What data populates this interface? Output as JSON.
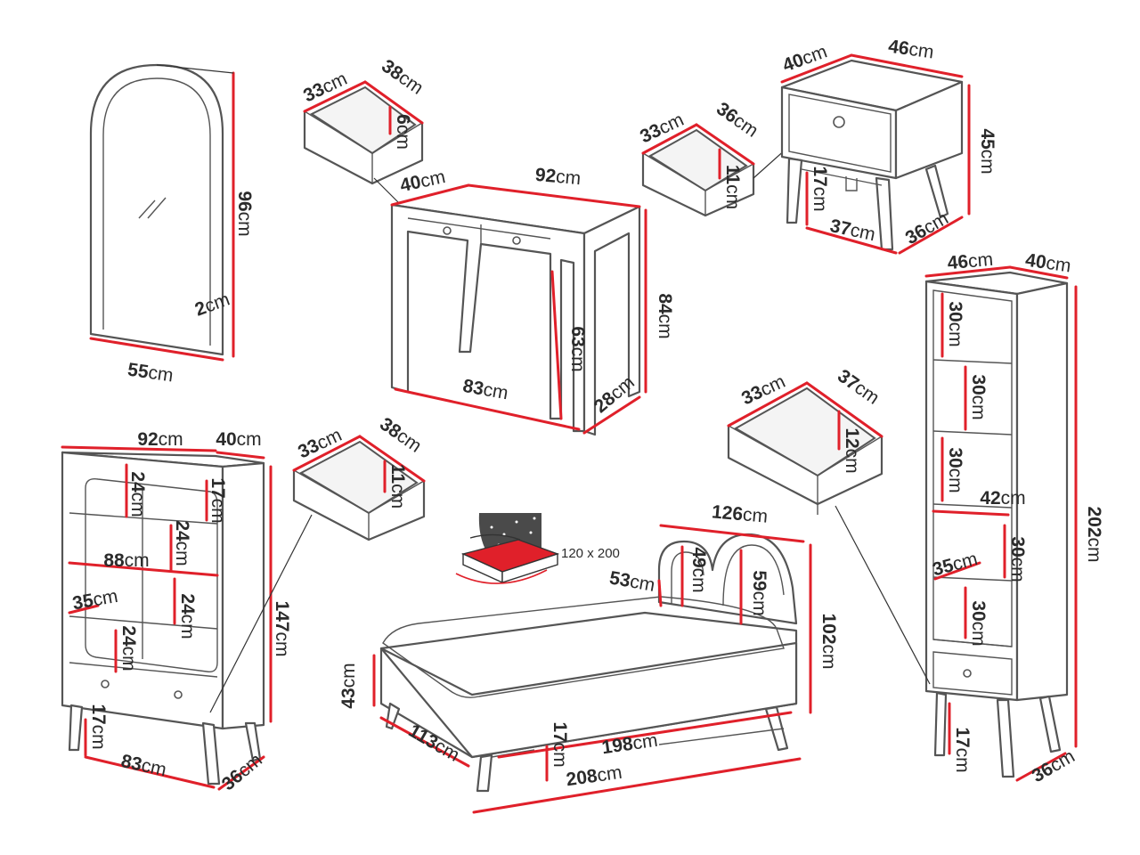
{
  "colors": {
    "dimension_line": "#e0202a",
    "outline": "#555555",
    "text": "#2b2b2b",
    "mattress": "#e0202a"
  },
  "unit": "cm",
  "dims": {
    "mirror_height": "96",
    "mirror_depth": "2",
    "mirror_width": "55",
    "drawer_a_width": "33",
    "drawer_a_depth": "38",
    "drawer_a_height": "6",
    "desk_depth": "40",
    "desk_width": "92",
    "desk_height": "84",
    "desk_leg_height": "63",
    "desk_inner_width": "83",
    "desk_side_depth": "28",
    "drawer_b_width": "33",
    "drawer_b_depth": "36",
    "drawer_b_height": "11",
    "night_depth": "40",
    "night_width": "46",
    "night_height": "45",
    "night_leg_height": "17",
    "night_inner_width": "37",
    "night_side_depth": "36",
    "tall_width": "46",
    "tall_depth": "40",
    "tall_shelf_1": "30",
    "tall_shelf_2": "30",
    "tall_shelf_3": "30",
    "tall_inner_width": "42",
    "tall_shelf_4": "30",
    "tall_inner_depth": "35",
    "tall_shelf_5": "30",
    "tall_height": "202",
    "tall_leg_height": "17",
    "tall_side_depth": "36",
    "cab_width": "92",
    "cab_depth": "40",
    "cab_shelf_1": "24",
    "cab_shelf_right": "17",
    "cab_shelf_2": "24",
    "cab_inner_width": "88",
    "cab_inner_depth": "35",
    "cab_shelf_3": "24",
    "cab_shelf_4": "24",
    "cab_height": "147",
    "cab_leg_height": "17",
    "cab_inner_bottom": "83",
    "cab_side_depth": "36",
    "drawer_c_width": "33",
    "drawer_c_depth": "38",
    "drawer_c_height": "11",
    "drawer_d_width": "33",
    "drawer_d_depth": "37",
    "drawer_d_height": "12",
    "bed_head_width": "126",
    "bed_head_small": "49",
    "bed_head_tall": "59",
    "bed_head_offset": "53",
    "bed_height_total": "102",
    "bed_side_height": "43",
    "bed_width": "113",
    "bed_inner_length": "198",
    "bed_leg_height": "17",
    "bed_length": "208"
  },
  "mattress_size": "120 x 200"
}
